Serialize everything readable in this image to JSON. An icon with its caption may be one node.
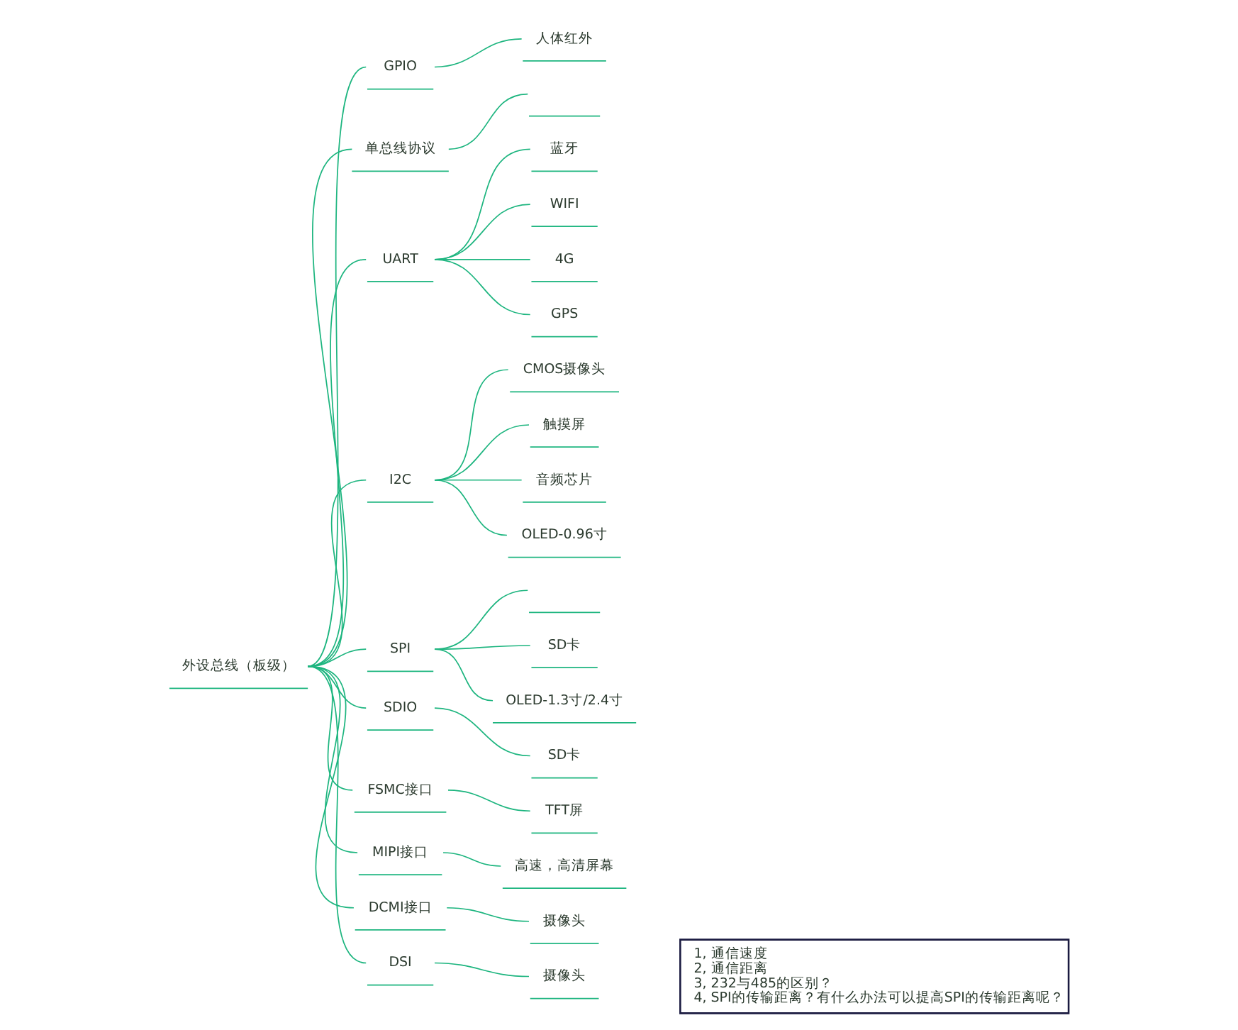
{
  "diagram": {
    "nodes": [
      {
        "text": [
          "外设总线（板级）"
        ]
      },
      {
        "text": [
          "GPIO"
        ]
      },
      {
        "text": [
          "人体红外"
        ]
      },
      {
        "text": [
          "单总线协议"
        ]
      },
      {
        "text": [],
        "shape": "bar"
      },
      {
        "text": [
          "UART"
        ]
      },
      {
        "text": [
          "蓝牙"
        ]
      },
      {
        "text": [
          "WIFI"
        ]
      },
      {
        "text": [
          "4G"
        ]
      },
      {
        "text": [
          "GPS"
        ]
      },
      {
        "text": [
          "I2C"
        ]
      },
      {
        "text": [
          "CMOS摄像头"
        ]
      },
      {
        "text": [
          "触摸屏"
        ]
      },
      {
        "text": [
          "音频芯片"
        ]
      },
      {
        "text": [
          "OLED-0.96寸"
        ]
      },
      {
        "text": [
          "SPI"
        ]
      },
      {
        "text": [],
        "shape": "bar"
      },
      {
        "text": [
          "SD卡"
        ]
      },
      {
        "text": [
          "OLED-1.3寸/2.4寸"
        ]
      },
      {
        "text": [
          "SDIO"
        ]
      },
      {
        "text": [
          "SD卡"
        ]
      },
      {
        "text": [
          "FSMC接口"
        ]
      },
      {
        "text": [
          "TFT屏"
        ]
      },
      {
        "text": [
          "MIPI接口"
        ]
      },
      {
        "text": [
          "高速，高清屏幕"
        ]
      },
      {
        "text": [
          "DCMI接口"
        ]
      },
      {
        "text": [
          "摄像头"
        ]
      },
      {
        "text": [
          "DSI"
        ]
      },
      {
        "text": [
          "摄像头"
        ]
      },
      {
        "text": [
          "1, 通信速度",
          "2, 通信距离",
          "3, 232与485的区别？",
          "4, SPI的传输距离？有什么办法可以提高SPI的传输距离呢？"
        ]
      }
    ],
    "edges": [
      {
        "from": 0,
        "to": 1,
        "arrow": "none"
      },
      {
        "from": 1,
        "to": 2,
        "arrow": "none"
      },
      {
        "from": 0,
        "to": 3,
        "arrow": "none"
      },
      {
        "from": 3,
        "to": 4,
        "arrow": "none"
      },
      {
        "from": 0,
        "to": 5,
        "arrow": "none"
      },
      {
        "from": 5,
        "to": 6,
        "arrow": "none"
      },
      {
        "from": 5,
        "to": 7,
        "arrow": "none"
      },
      {
        "from": 5,
        "to": 8,
        "arrow": "none"
      },
      {
        "from": 5,
        "to": 9,
        "arrow": "none"
      },
      {
        "from": 0,
        "to": 10,
        "arrow": "none"
      },
      {
        "from": 10,
        "to": 11,
        "arrow": "none"
      },
      {
        "from": 10,
        "to": 12,
        "arrow": "none"
      },
      {
        "from": 10,
        "to": 13,
        "arrow": "none"
      },
      {
        "from": 10,
        "to": 14,
        "arrow": "none"
      },
      {
        "from": 0,
        "to": 15,
        "arrow": "none"
      },
      {
        "from": 15,
        "to": 16,
        "arrow": "none"
      },
      {
        "from": 15,
        "to": 17,
        "arrow": "none"
      },
      {
        "from": 15,
        "to": 18,
        "arrow": "none"
      },
      {
        "from": 0,
        "to": 19,
        "arrow": "none"
      },
      {
        "from": 19,
        "to": 20,
        "arrow": "none"
      },
      {
        "from": 0,
        "to": 21,
        "arrow": "none"
      },
      {
        "from": 21,
        "to": 22,
        "arrow": "none"
      },
      {
        "from": 0,
        "to": 23,
        "arrow": "none"
      },
      {
        "from": 23,
        "to": 24,
        "arrow": "none"
      },
      {
        "from": 0,
        "to": 25,
        "arrow": "none"
      },
      {
        "from": 25,
        "to": 26,
        "arrow": "none"
      },
      {
        "from": 0,
        "to": 27,
        "arrow": "none"
      },
      {
        "from": 27,
        "to": 28,
        "arrow": "none"
      }
    ]
  }
}
